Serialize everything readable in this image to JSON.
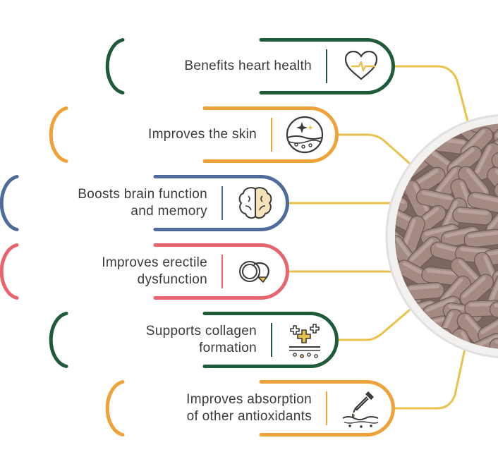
{
  "benefits": [
    {
      "label": "Benefits heart health",
      "color": "#1f5a3a",
      "icon": "heart-pulse-icon"
    },
    {
      "label": "Improves the skin",
      "color": "#efa13a",
      "icon": "skin-sparkle-icon"
    },
    {
      "label": "Boosts brain function\nand memory",
      "color": "#4f6b9b",
      "icon": "brain-icon"
    },
    {
      "label": "Improves erectile\ndysfunction",
      "color": "#e9656e",
      "icon": "circle-arrow-icon"
    },
    {
      "label": "Supports collagen\nformation",
      "color": "#1f5a3a",
      "icon": "collagen-plus-icon"
    },
    {
      "label": "Improves absorption\nof other antioxidants",
      "color": "#efa13a",
      "icon": "dropper-icon"
    }
  ],
  "connector_color": "#e8c24a",
  "bowl": {
    "capsule_color": "#a38a82",
    "bowl_color": "#f2f1f0"
  }
}
